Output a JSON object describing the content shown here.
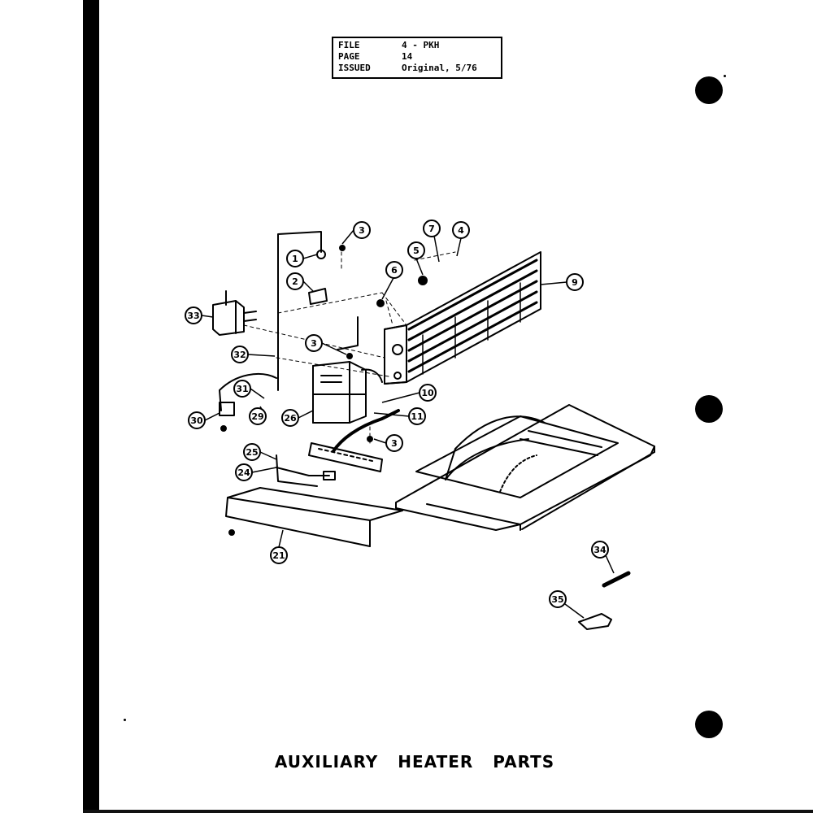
{
  "header": {
    "rows": [
      {
        "key": "FILE",
        "value": "4 - PKH"
      },
      {
        "key": "PAGE",
        "value": "14"
      },
      {
        "key": "ISSUED",
        "value": "Original, 5/76"
      }
    ]
  },
  "callouts": [
    "1",
    "2",
    "3",
    "3",
    "3",
    "4",
    "5",
    "6",
    "7",
    "9",
    "10",
    "11",
    "21",
    "24",
    "25",
    "26",
    "29",
    "30",
    "31",
    "32",
    "33",
    "34",
    "35"
  ],
  "caption": {
    "word1": "AUXILIARY",
    "word2": "HEATER",
    "word3": "PARTS"
  }
}
